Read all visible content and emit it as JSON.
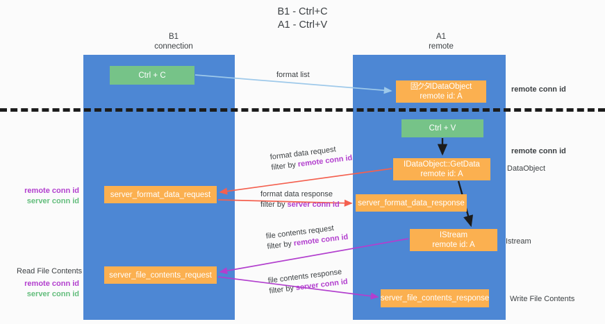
{
  "title": {
    "line1": "B1 - Ctrl+C",
    "line2": "A1 - Ctrl+V"
  },
  "columns": [
    {
      "name": "B1",
      "sub": "connection"
    },
    {
      "name": "A1",
      "sub": "remote"
    }
  ],
  "nodes": {
    "ctrl_c": {
      "label": "Ctrl + C",
      "color": "#76c388"
    },
    "idataobject": {
      "garble": "固クタ",
      "label": "IDataObject",
      "sub": "remote id: A",
      "color": "#fbb050"
    },
    "ctrl_v": {
      "label": "Ctrl + V",
      "color": "#76c388"
    },
    "getdata": {
      "label": "IDataObject::GetData",
      "sub": "remote id: A",
      "color": "#fbb050"
    },
    "server_format_data_request": {
      "label": "server_format_data_request",
      "color": "#fbb050"
    },
    "server_format_data_response": {
      "label": "server_format_data_response",
      "color": "#fbb050"
    },
    "istream": {
      "label": "IStream",
      "sub": "remote id: A",
      "color": "#fbb050"
    },
    "server_file_contents_request": {
      "label": "server_file_contents_request",
      "color": "#fbb050"
    },
    "server_file_contents_response": {
      "label": "server_file_contents_response",
      "color": "#fbb050"
    }
  },
  "edge_labels": {
    "format_list": "format list",
    "format_data_request": "format data request",
    "format_data_request_filter_prefix": "filter by ",
    "format_data_request_filter_value": "remote conn id",
    "format_data_response": "format data response",
    "format_data_response_filter_prefix": "filter by ",
    "format_data_response_filter_value": "server conn id",
    "file_contents_request": "file contents request",
    "file_contents_request_filter_prefix": "filter by ",
    "file_contents_request_filter_value": "remote conn id",
    "file_contents_response": "file contents response",
    "file_contents_response_filter_prefix": "filter by ",
    "file_contents_response_filter_value": "server conn id"
  },
  "annotations": {
    "right_remote_conn_id_top": "remote conn id",
    "right_remote_conn_id_mid": "remote conn id",
    "right_dataobject": "DataObject",
    "right_istream": "Istream",
    "right_write_file_contents": "Write File Contents",
    "left_remote_conn_id_mid": "remote conn id",
    "left_server_conn_id_mid": "server conn id",
    "left_read_file_contents": "Read File Contents",
    "left_remote_conn_id_bot": "remote conn id",
    "left_server_conn_id_bot": "server conn id"
  },
  "colors": {
    "lane": "#4d87d4",
    "green_node": "#76c388",
    "orange_node": "#fbb050",
    "purple_text": "#b23fce",
    "green_text": "#63bd7c",
    "arrow_blue": "#9ec9ea",
    "arrow_red": "#f4604f",
    "arrow_purple": "#b23fce",
    "arrow_black": "#1c1c1c",
    "divider": "#1c1c1c",
    "background": "#fbfbfb"
  }
}
